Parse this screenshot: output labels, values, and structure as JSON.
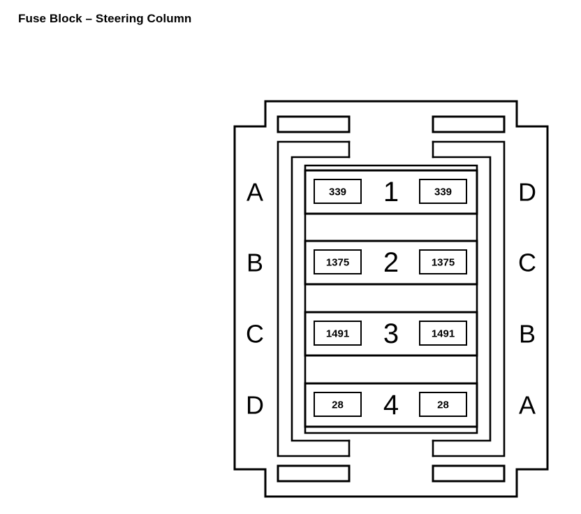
{
  "page": {
    "title": "Fuse Block – Steering Column",
    "background_color": "#ffffff",
    "line_color": "#000000"
  },
  "diagram": {
    "name": "fuse-block-steering-column",
    "orientation": "front-view",
    "left_column_labels": [
      "A",
      "B",
      "C",
      "D"
    ],
    "right_column_labels": [
      "D",
      "C",
      "B",
      "A"
    ],
    "rows": [
      {
        "number": "1",
        "left_cavity": "339",
        "right_cavity": "339",
        "left_letter": "A",
        "right_letter": "D"
      },
      {
        "number": "2",
        "left_cavity": "1375",
        "right_cavity": "1375",
        "left_letter": "B",
        "right_letter": "C"
      },
      {
        "number": "3",
        "left_cavity": "1491",
        "right_cavity": "1491",
        "left_letter": "C",
        "right_letter": "B"
      },
      {
        "number": "4",
        "left_cavity": "28",
        "right_cavity": "28",
        "left_letter": "D",
        "right_letter": "A"
      }
    ],
    "slots": {
      "count": 4,
      "positions": [
        "top-left",
        "top-right",
        "bottom-left",
        "bottom-right"
      ]
    }
  }
}
